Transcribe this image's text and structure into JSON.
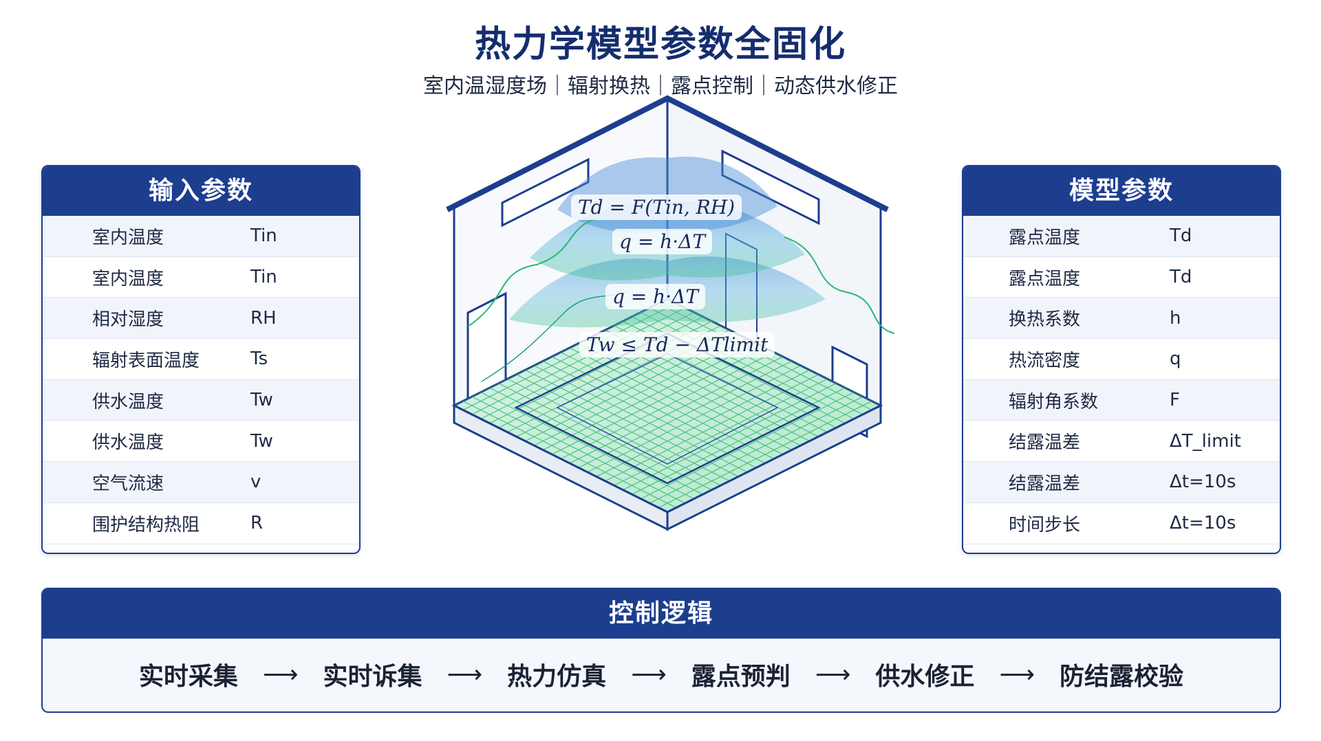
{
  "title": "热力学模型参数全固化",
  "subtitle": "室内温湿度场｜辐射换热｜露点控制｜动态供水修正",
  "input_panel": {
    "header": "输入参数",
    "rows": [
      {
        "name": "室内温度",
        "symbol": "Tin"
      },
      {
        "name": "室内温度",
        "symbol": "Tin"
      },
      {
        "name": "相对湿度",
        "symbol": "RH"
      },
      {
        "name": "辐射表面温度",
        "symbol": "Ts"
      },
      {
        "name": "供水温度",
        "symbol": "Tw"
      },
      {
        "name": "供水温度",
        "symbol": "Tw"
      },
      {
        "name": "空气流速",
        "symbol": "v"
      },
      {
        "name": "围护结构热阻",
        "symbol": "R"
      }
    ]
  },
  "model_panel": {
    "header": "模型参数",
    "rows": [
      {
        "name": "露点温度",
        "symbol": "Td"
      },
      {
        "name": "露点温度",
        "symbol": "Td"
      },
      {
        "name": "换热系数",
        "symbol": "h"
      },
      {
        "name": "热流密度",
        "symbol": "q"
      },
      {
        "name": "辐射角系数",
        "symbol": "F"
      },
      {
        "name": "结露温差",
        "symbol": "ΔT_limit"
      },
      {
        "name": "结露温差",
        "symbol": "Δt=10s"
      },
      {
        "name": "时间步长",
        "symbol": "Δt=10s"
      }
    ]
  },
  "formulas": {
    "f1": "Td = F(Tin, RH)",
    "f2": "q = h·ΔT",
    "f3": "q = h·ΔT",
    "f4": "Tw ≤ Td − ΔTlimit"
  },
  "control": {
    "header": "控制逻辑",
    "steps": [
      "实时采集",
      "实时诉集",
      "热力仿真",
      "露点预判",
      "供水修正",
      "防结露校验"
    ],
    "arrow": "⟶"
  },
  "colors": {
    "header_blue": "#1d3d8f",
    "grid_green": "#2bb673",
    "field_blue": "#4a8fd8"
  }
}
